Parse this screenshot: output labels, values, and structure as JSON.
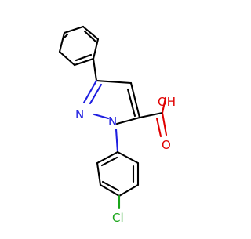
{
  "molecule": {
    "atoms": {
      "n2": "N",
      "n1": "N",
      "oh": "OH",
      "o": "O",
      "cl": "Cl"
    },
    "colors": {
      "carbon": "#000000",
      "nitrogen": "#1f1fe0",
      "oxygen": "#e00000",
      "chlorine": "#1aa51a"
    }
  }
}
